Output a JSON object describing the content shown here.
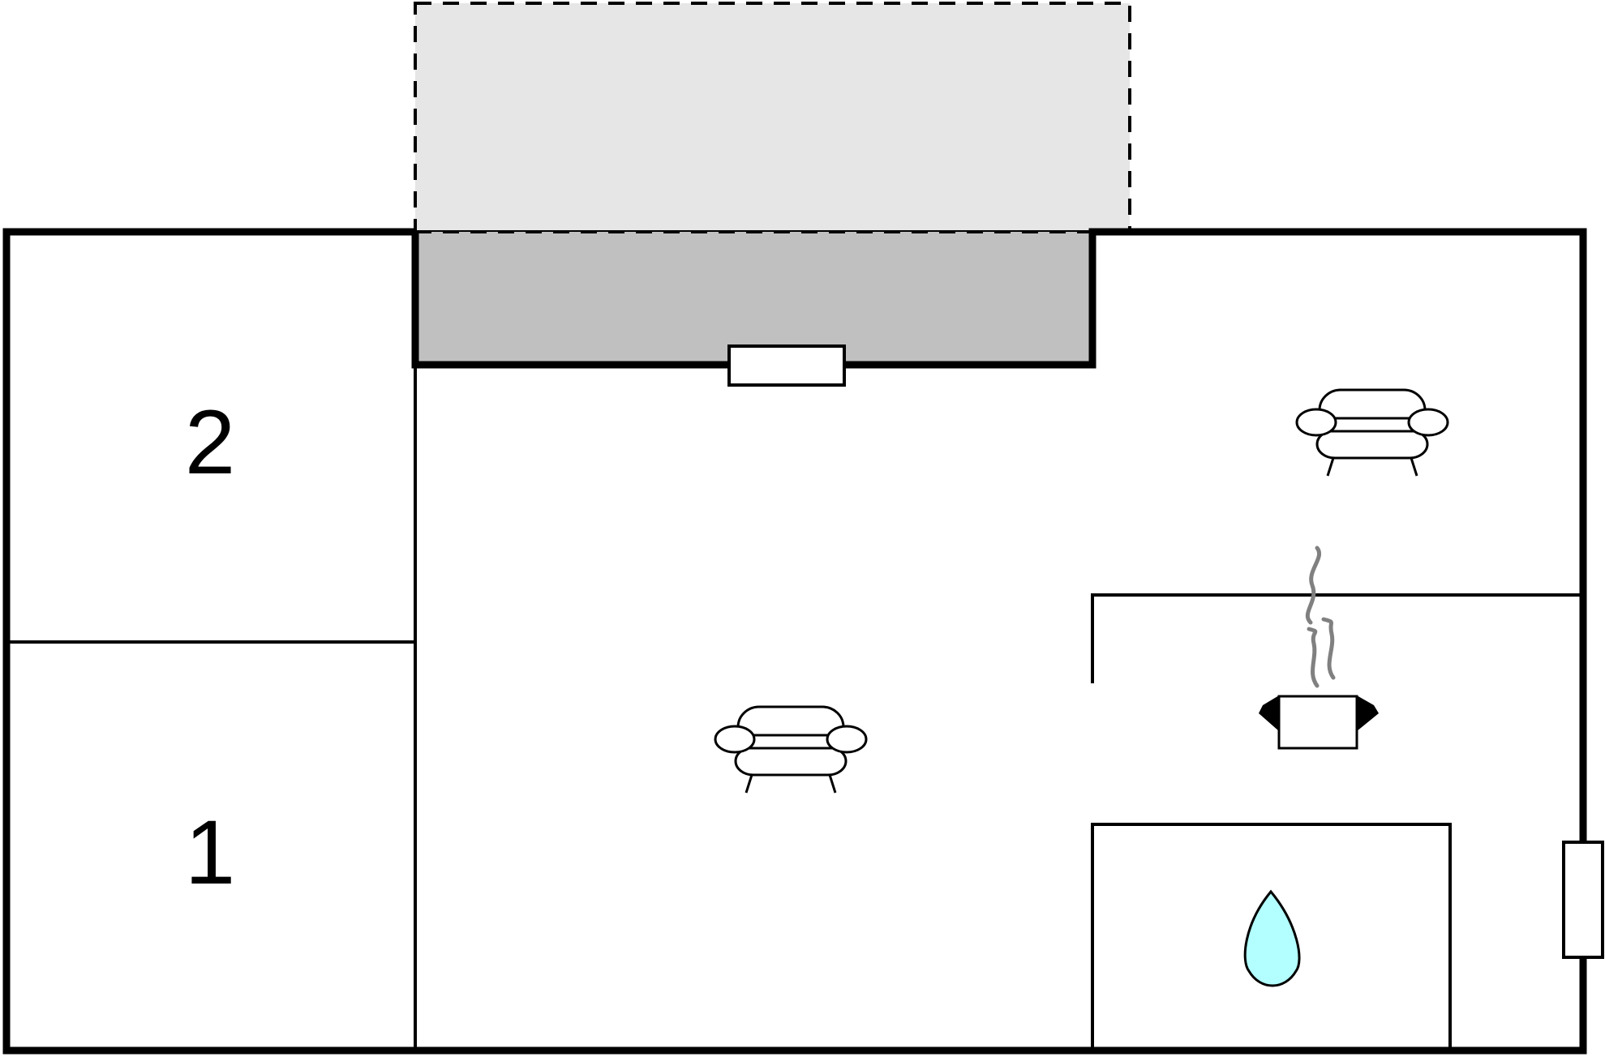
{
  "floorplan": {
    "rooms": [
      {
        "id": "room-2",
        "label": "2"
      },
      {
        "id": "room-1",
        "label": "1"
      }
    ],
    "icons": {
      "living_area": "sofa-icon",
      "lounge": "sofa-icon",
      "kitchen": "cooking-pot-icon",
      "bathroom": "water-drop-icon"
    },
    "colors": {
      "terrace_covered": "#c0c0c0",
      "terrace_open": "#e6e6e6",
      "water": "#b3ffff",
      "steam": "#808080",
      "wall": "#000000"
    }
  }
}
